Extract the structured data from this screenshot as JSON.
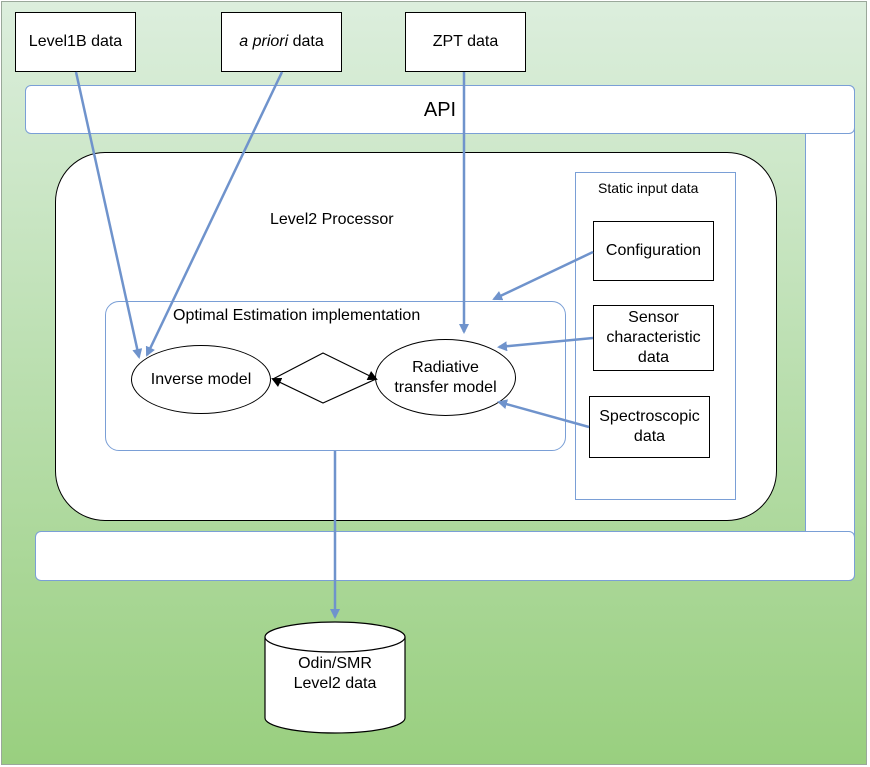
{
  "inputs": {
    "level1b": "Level1B data",
    "apriori_italic": "a priori",
    "apriori_rest": " data",
    "zpt": "ZPT data"
  },
  "api": {
    "label": "API"
  },
  "processor": {
    "title": "Level2 Processor"
  },
  "optimal_estimation": {
    "title": "Optimal Estimation implementation",
    "inverse_model": "Inverse model",
    "radiative_model_line1": "Radiative",
    "radiative_model_line2": "transfer model"
  },
  "static_input": {
    "title": "Static input data",
    "configuration": "Configuration",
    "sensor_line1": "Sensor",
    "sensor_line2": "characteristic",
    "sensor_line3": "data",
    "spectroscopic_line1": "Spectroscopic",
    "spectroscopic_line2": "data"
  },
  "output": {
    "line1": "Odin/SMR",
    "line2": "Level2 data"
  },
  "colors": {
    "arrow": "#7a9fd6",
    "background_top": "#dceedd",
    "background_bottom": "#99cf7f"
  }
}
